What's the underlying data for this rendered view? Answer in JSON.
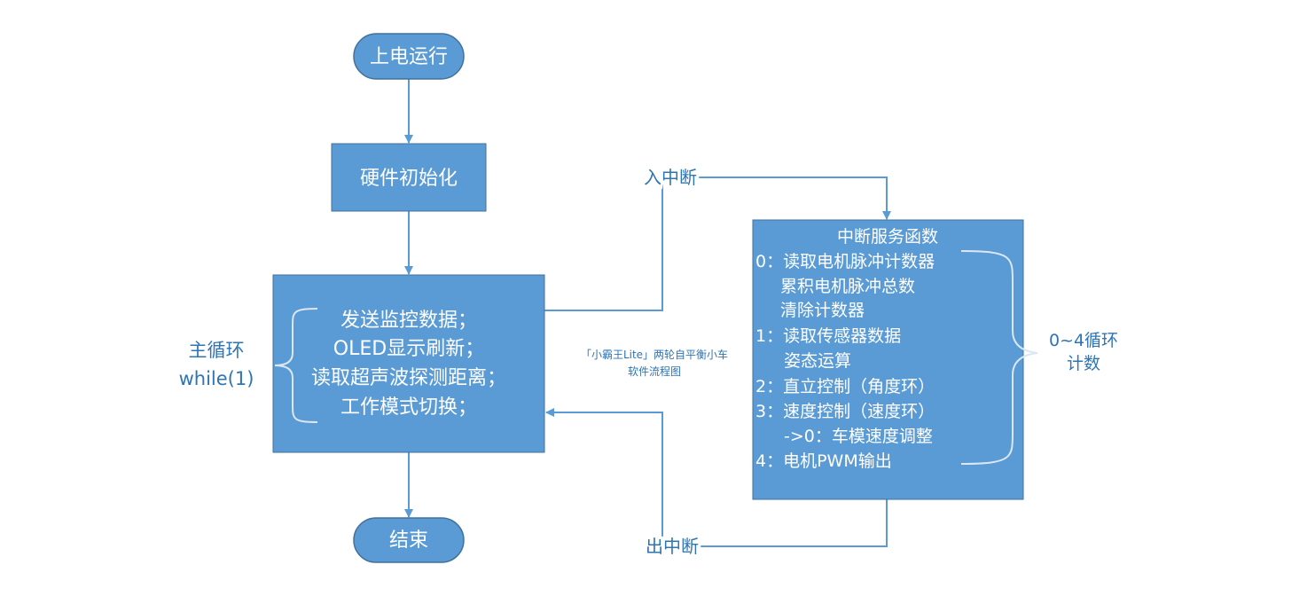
{
  "colors": {
    "node_fill": "#5b9bd5",
    "node_stroke": "#41719c",
    "line": "#5b9bd5",
    "node_text": "#ffffff",
    "label_text": "#2e75b6",
    "caption_text": "#2e75b6"
  },
  "nodes": {
    "start": "上电运行",
    "init": "硬件初始化",
    "main_loop_lines": [
      "发送监控数据；",
      "OLED显示刷新；",
      "读取超声波探测距离；",
      "工作模式切换；"
    ],
    "end": "结束",
    "isr_title": "中断服务函数",
    "isr_lines": [
      "0：读取电机脉冲计数器",
      "累积电机脉冲总数",
      "清除计数器",
      "1：读取传感器数据",
      "姿态运算",
      "2：直立控制（角度环）",
      "3：速度控制（速度环）",
      "->0：车模速度调整",
      "4：电机PWM输出"
    ]
  },
  "labels": {
    "main_loop_line1": "主循环",
    "main_loop_line2": "while(1)",
    "enter_interrupt": "入中断",
    "exit_interrupt": "出中断",
    "cycle_line1": "0~4循环",
    "cycle_line2": "计数",
    "caption_line1": "「小霸王Lite」两轮自平衡小车",
    "caption_line2": "软件流程图"
  }
}
